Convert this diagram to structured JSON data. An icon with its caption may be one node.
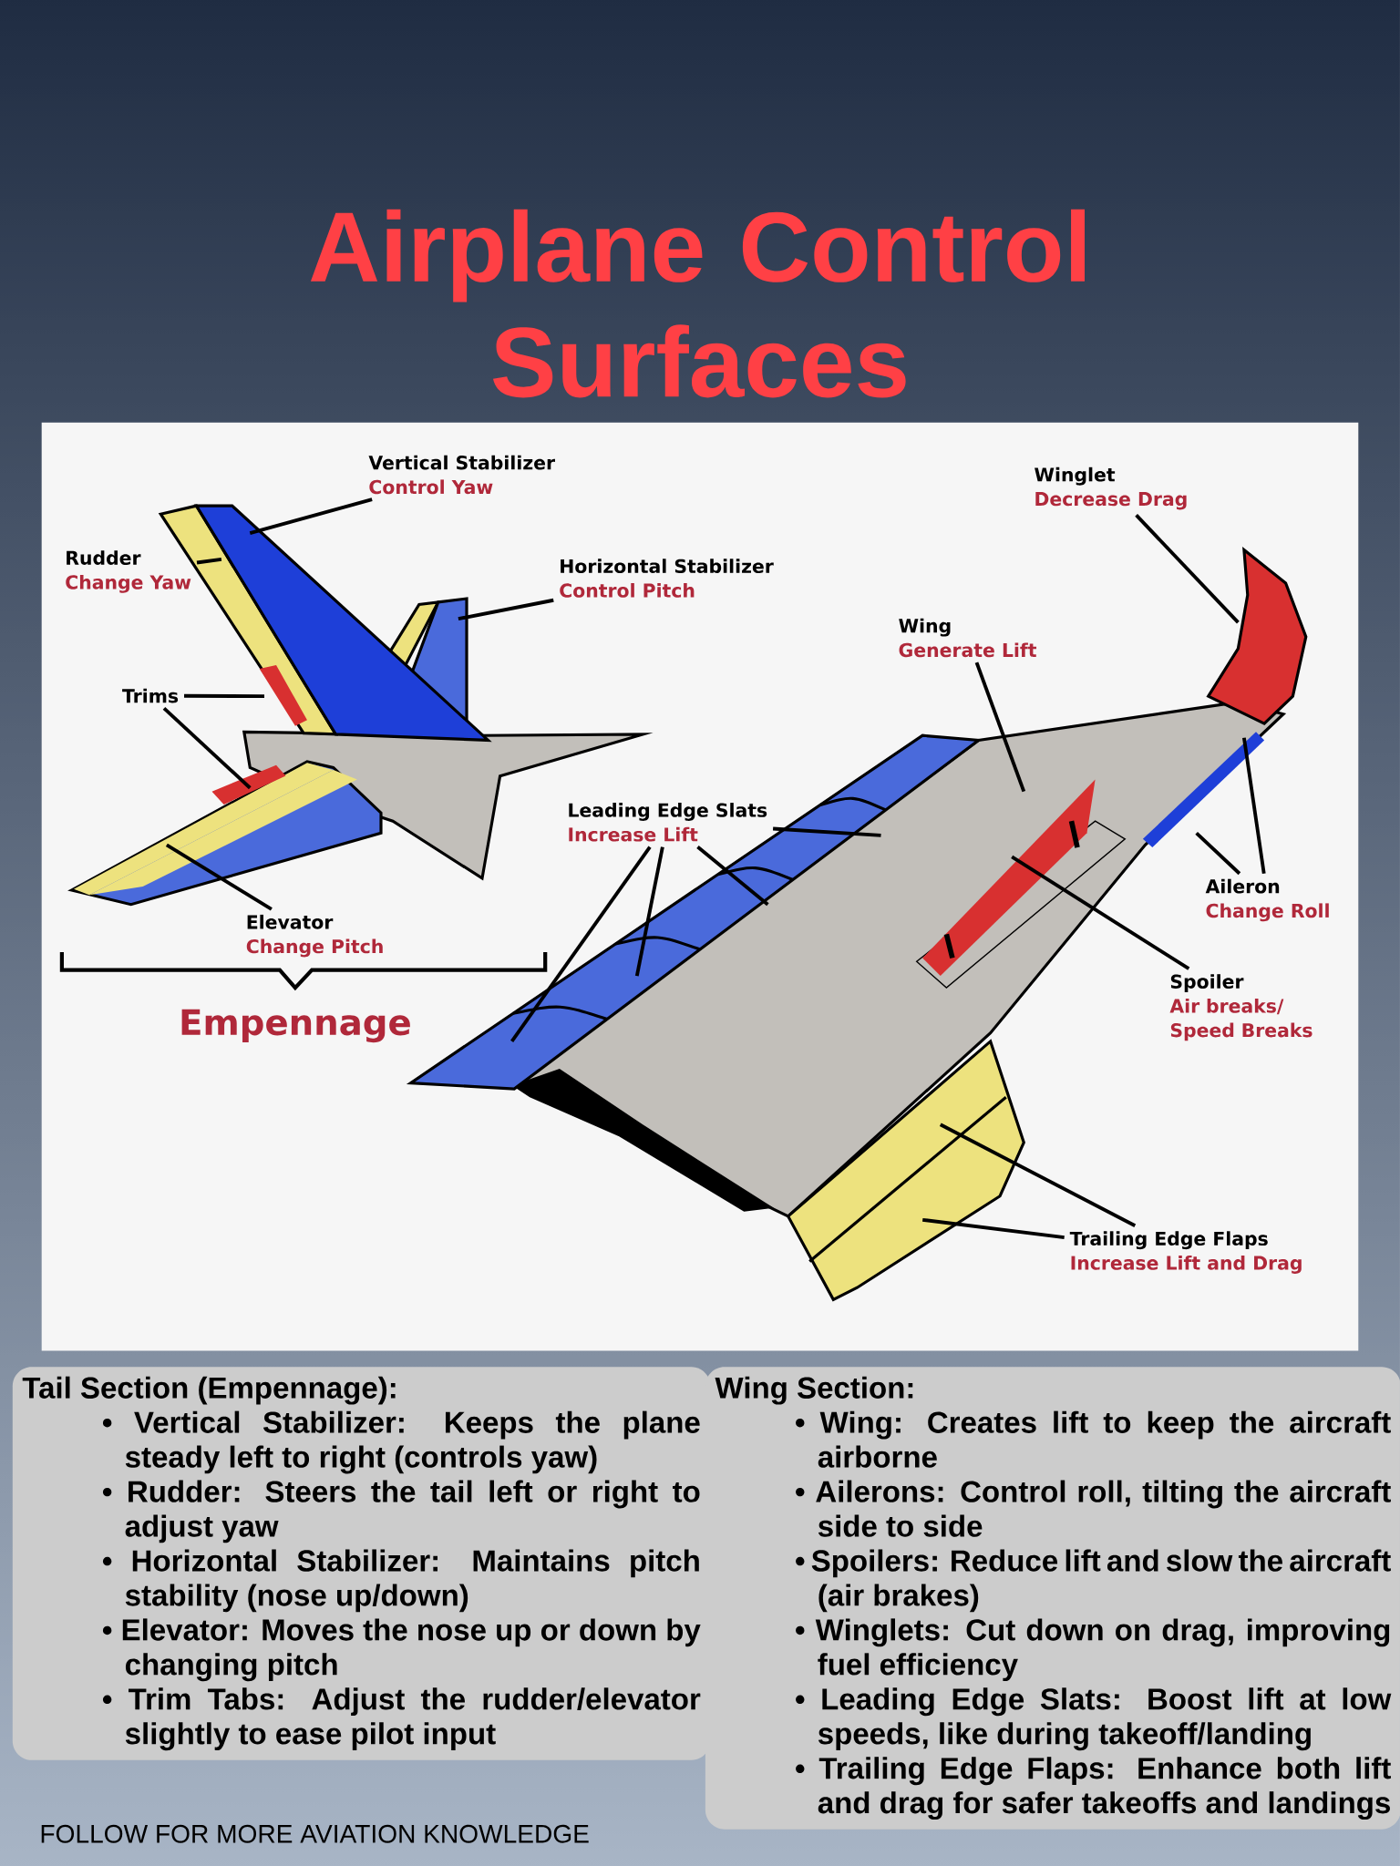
{
  "diagram": {
    "title": "Airplane Control Surfaces",
    "nodes": [
      {
        "text": [
          "Vertical Stabilizer",
          "Control Yaw"
        ]
      },
      {
        "text": [
          "Rudder",
          "Change Yaw"
        ]
      },
      {
        "text": [
          "Horizontal Stabilizer",
          "Control Pitch"
        ]
      },
      {
        "text": [
          "Trims"
        ]
      },
      {
        "text": [
          "Elevator",
          "Change Pitch"
        ]
      },
      {
        "text": [
          "Winglet",
          "Decrease Drag"
        ]
      },
      {
        "text": [
          "Wing",
          "Generate Lift"
        ]
      },
      {
        "text": [
          "Leading Edge Slats",
          "Increase Lift"
        ]
      },
      {
        "text": [
          "Aileron",
          "Change Roll"
        ]
      },
      {
        "text": [
          "Spoiler",
          "Air breaks/ Speed Breaks"
        ]
      },
      {
        "text": [
          "Trailing Edge Flaps",
          "Increase Lift and Drag"
        ]
      },
      {
        "text": [
          "Tail Section (Empennage):",
          "• Vertical Stabilizer: Keeps the plane steady left to right (controls yaw)",
          "• Rudder: Steers the tail left or right to adjust yaw",
          "• Horizontal Stabilizer: Maintains pitch stability (nose up/down)",
          "• Elevator: Moves the nose up or down by changing pitch",
          "• Trim Tabs: Adjust the rudder/elevator slightly to ease pilot input"
        ]
      },
      {
        "text": [
          "Wing Section:",
          "• Wing: Creates lift to keep the aircraft airborne",
          "• Ailerons: Control roll, tilting the aircraft side to side",
          "• Spoilers: Reduce lift and slow the aircraft (air brakes)",
          "• Winglets: Cut down on drag, improving fuel efficiency",
          "• Leading Edge Slats: Boost lift at low speeds, like during takeoff/landing",
          "• Trailing Edge Flaps: Enhance both lift and drag for safer takeoffs and landings"
        ]
      }
    ],
    "edges": [
      {
        "from": 0,
        "to": null,
        "arrow": "none"
      },
      {
        "from": 1,
        "to": null,
        "arrow": "none"
      },
      {
        "from": 2,
        "to": null,
        "arrow": "none"
      },
      {
        "from": 3,
        "to": null,
        "arrow": "none"
      },
      {
        "from": 3,
        "to": null,
        "arrow": "none"
      },
      {
        "from": 4,
        "to": null,
        "arrow": "none"
      },
      {
        "from": 5,
        "to": null,
        "arrow": "none"
      },
      {
        "from": 6,
        "to": null,
        "arrow": "none"
      },
      {
        "from": 7,
        "to": null,
        "arrow": "none"
      },
      {
        "from": 7,
        "to": null,
        "arrow": "none"
      },
      {
        "from": 7,
        "to": null,
        "arrow": "none"
      },
      {
        "from": 7,
        "to": null,
        "arrow": "none"
      },
      {
        "from": 8,
        "to": null,
        "arrow": "none"
      },
      {
        "from": 8,
        "to": null,
        "arrow": "none"
      },
      {
        "from": 9,
        "to": null,
        "arrow": "none"
      },
      {
        "from": 10,
        "to": null,
        "arrow": "none"
      },
      {
        "from": 10,
        "to": null,
        "arrow": "none"
      }
    ],
    "labels": [
      "Empennage",
      "FOLLOW FOR MORE AVIATION KNOWLEDGE"
    ]
  }
}
